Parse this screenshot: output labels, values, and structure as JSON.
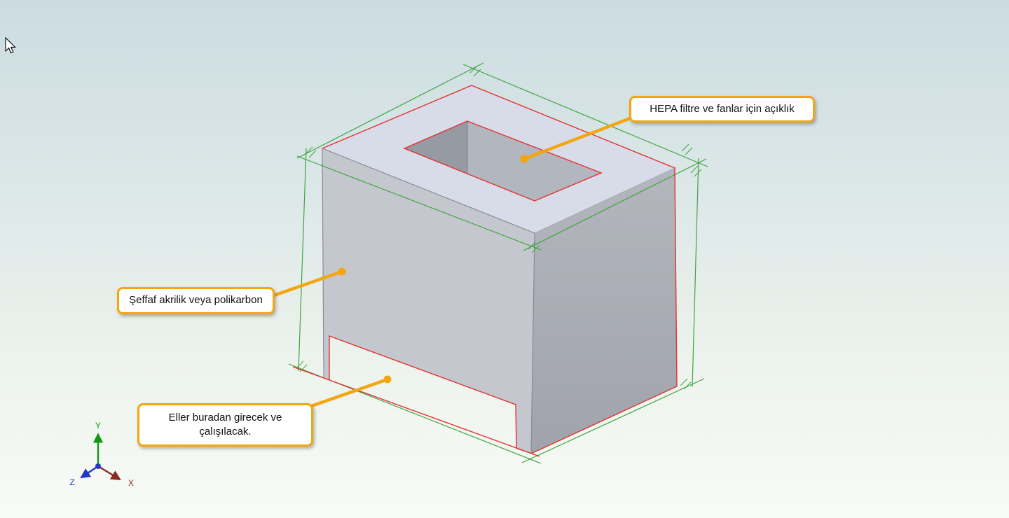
{
  "callouts": {
    "hepa_opening": {
      "text": "HEPA filtre ve fanlar için açıklık"
    },
    "front_panel": {
      "text": "Şeffaf akrilik veya polikarbon"
    },
    "hand_opening": {
      "text": "Eller buradan girecek ve çalışılacak."
    }
  },
  "triad": {
    "x_label": "X",
    "y_label": "Y",
    "z_label": "Z"
  },
  "colors": {
    "callout_accent": "#F2A60F",
    "open_edge": "#E23333",
    "sketch_green": "#3FA53F",
    "face_top": "#D8DCE9",
    "face_front": "#C4C7CD",
    "face_side": "#B3B6BD",
    "face_side_dark": "#A0A3AB",
    "face_inner": "#B2B6BE",
    "face_inner_dark": "#959AA3",
    "axis_x": "#8B2A21",
    "axis_y": "#129812",
    "axis_z": "#2438C8",
    "bg_top": "#CBDCE1",
    "bg_bottom": "#F8FBF6"
  }
}
